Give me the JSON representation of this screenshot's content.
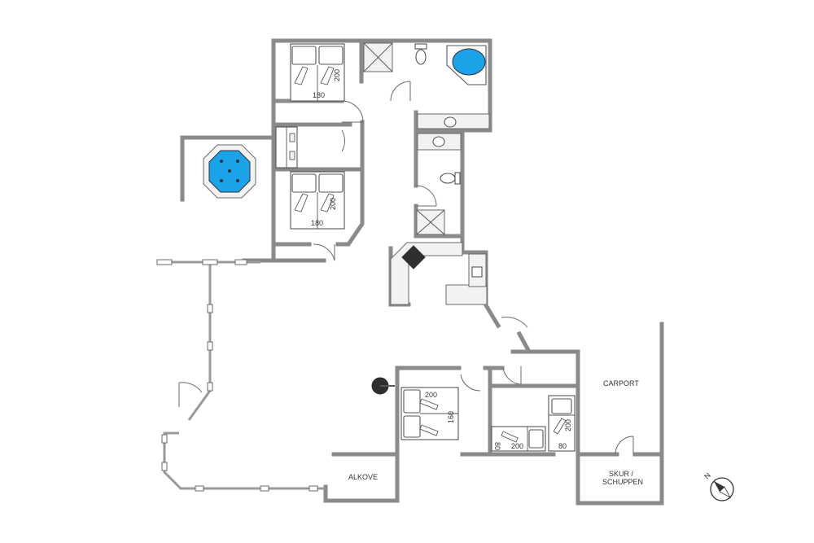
{
  "rooms": {
    "carport": "CARPORT",
    "alkove": "ALKOVE",
    "shed": "SKUR /",
    "shed_line2": "SCHUPPEN"
  },
  "beds": {
    "bed_top_width": "180",
    "bed_top_length": "200",
    "bed_mid_width": "180",
    "bed_mid_length": "200",
    "bed_low_length": "200",
    "bed_low_width": "160",
    "bunk_upper_length": "200",
    "bunk_upper_width": "80",
    "bunk_lower_length": "200",
    "bunk_lower_width": "80"
  },
  "compass": {
    "north_label": "N",
    "icon": "compass-icon"
  },
  "colors": {
    "walls": "#8a8a8a",
    "water": "#1aa3e8",
    "stove": "#2f2f2f"
  }
}
